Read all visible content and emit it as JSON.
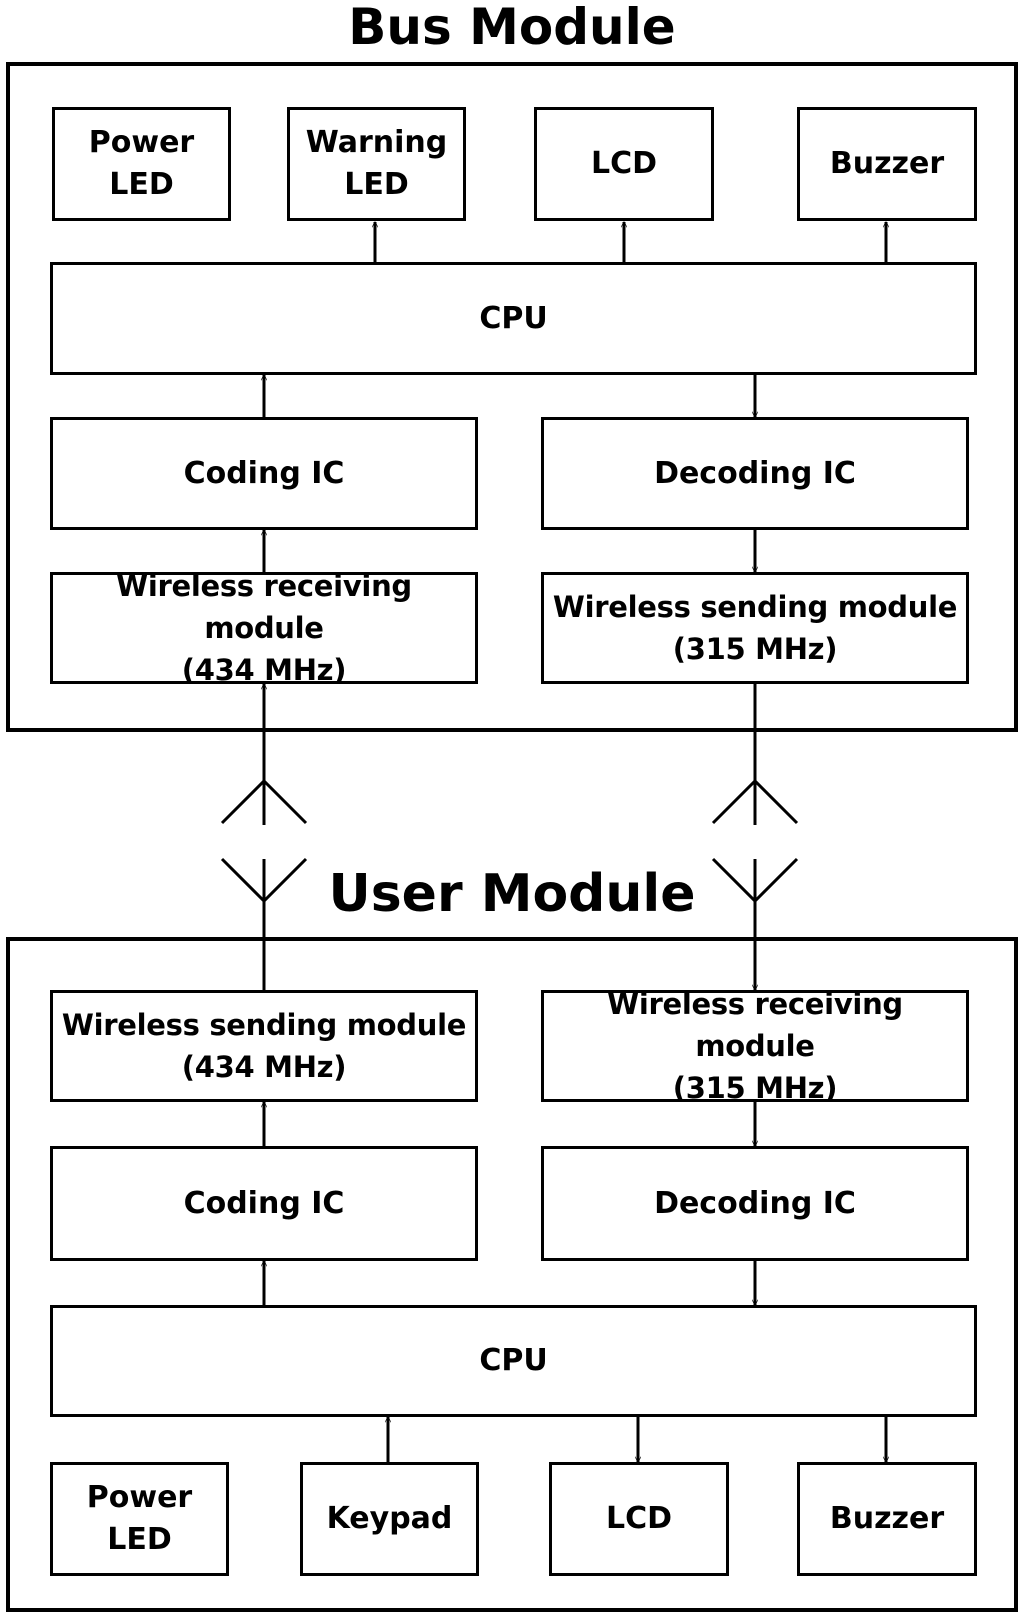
{
  "bus_module": {
    "title": "Bus Module",
    "outputs": {
      "power_led": "Power\nLED",
      "warning_led": "Warning\nLED",
      "lcd": "LCD",
      "buzzer": "Buzzer"
    },
    "cpu": "CPU",
    "coding_ic": "Coding IC",
    "decoding_ic": "Decoding IC",
    "wireless_receiving": "Wireless receiving module\n(434 MHz)",
    "wireless_sending": "Wireless sending module\n(315 MHz)"
  },
  "user_module": {
    "title": "User Module",
    "wireless_sending": "Wireless sending module\n(434 MHz)",
    "wireless_receiving": "Wireless receiving module\n(315 MHz)",
    "coding_ic": "Coding IC",
    "decoding_ic": "Decoding IC",
    "cpu": "CPU",
    "peripherals": {
      "power_led": "Power\nLED",
      "keypad": "Keypad",
      "lcd": "LCD",
      "buzzer": "Buzzer"
    }
  }
}
